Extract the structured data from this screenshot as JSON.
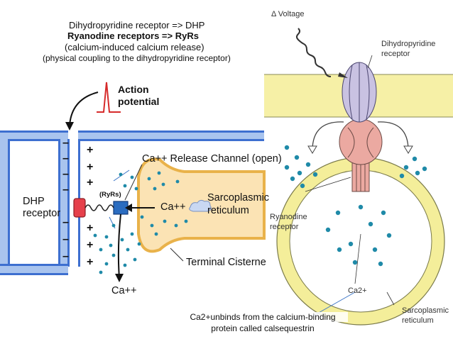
{
  "header": {
    "line1": "Dihydropyridine receptor =>  DHP",
    "line2": "Ryanodine receptors => RyRs",
    "line3": "(calcium-induced calcium release)",
    "line4": "(physical coupling to the dihydropyridine receptor)"
  },
  "left_diagram": {
    "action_potential_1": "Action",
    "action_potential_2": "potential",
    "release_channel": "Ca++ Release Channel (open)",
    "ryrs": "(RyRs)",
    "dhp_1": "DHP",
    "dhp_2": "receptor",
    "ca_center": "Ca++",
    "sarcoplasmic_1": "Sarcoplasmic",
    "sarcoplasmic_2": "reticulum",
    "terminal_cisterne": "Terminal Cisterne",
    "ca_bottom": "Ca++"
  },
  "right_diagram": {
    "voltage": "Δ Voltage",
    "dhp_1": "Dihydropyridine",
    "dhp_2": "receptor",
    "ryanodine_1": "Ryanodine",
    "ryanodine_2": "receptor",
    "ca_inside": "Ca2+",
    "sarcoplasmic_1": "Sarcoplasmic",
    "sarcoplasmic_2": "reticulum"
  },
  "caption": {
    "line1": "Ca2+unbinds from the calcium-binding",
    "line2": "protein called calsequestrin"
  },
  "colors": {
    "membrane_blue": "#3d6fd0",
    "membrane_fill": "#a9c4ee",
    "sr_fill": "#fbe3b4",
    "dot_teal": "#1f8aa8",
    "dhp_red": "#e6404b",
    "ryr_blue": "#2a6cc0",
    "membrane_yellow": "#f6f0a6",
    "channel_lavender": "#c9c2e2",
    "ryr_pink": "#eba9a1"
  }
}
